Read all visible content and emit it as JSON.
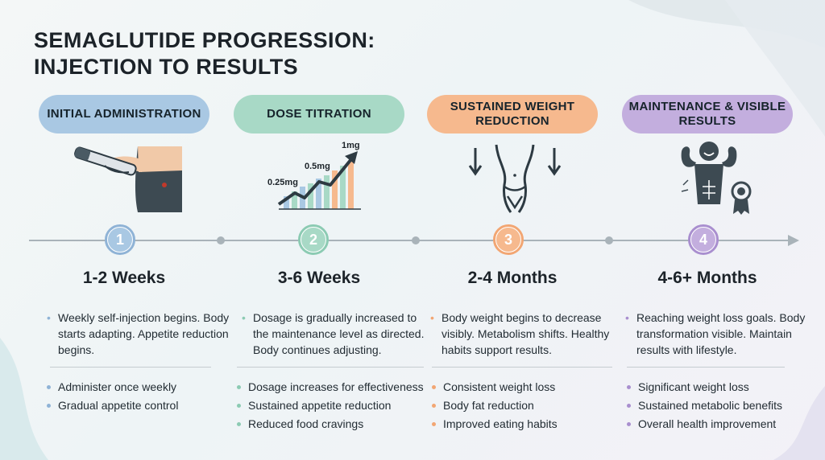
{
  "title": {
    "line1": "SEMAGLUTIDE PROGRESSION:",
    "line2": "INJECTION TO RESULTS"
  },
  "stages": [
    {
      "phase": "INITIAL ADMINISTRATION",
      "number": "1",
      "period": "1-2 Weeks",
      "description": "Weekly self-injection begins. Body starts adapting. Appetite reduction begins.",
      "bullets": [
        "Administer once weekly",
        "Gradual appetite control"
      ],
      "icon": "injection-pen-icon",
      "color": "#a9c8e3",
      "accent": "#8fb3d6"
    },
    {
      "phase": "DOSE TITRATION",
      "number": "2",
      "period": "3-6 Weeks",
      "description": "Dosage is gradually increased to the maintenance level as directed. Body continues adjusting.",
      "bullets": [
        "Dosage increases for effectiveness",
        "Sustained appetite reduction",
        "Reduced food cravings"
      ],
      "icon": "dose-chart-icon",
      "color": "#a8d9c6",
      "accent": "#8ccbb3",
      "dose_labels": [
        "0.25mg",
        "0.5mg",
        "1mg"
      ]
    },
    {
      "phase": "SUSTAINED WEIGHT REDUCTION",
      "number": "3",
      "period": "2-4 Months",
      "description": "Body weight begins to decrease visibly. Metabolism shifts. Healthy habits support results.",
      "bullets": [
        "Consistent weight loss",
        "Body fat reduction",
        "Improved eating habits"
      ],
      "icon": "waist-icon",
      "color": "#f6b98e",
      "accent": "#f2a673"
    },
    {
      "phase": "MAINTENANCE & VISIBLE RESULTS",
      "number": "4",
      "period": "4-6+ Months",
      "description": "Reaching weight loss goals. Body transformation visible. Maintain results with lifestyle.",
      "bullets": [
        "Significant weight loss",
        "Sustained metabolic benefits",
        "Overall health improvement"
      ],
      "icon": "strong-figure-icon",
      "color": "#c3aede",
      "accent": "#a98fcf"
    }
  ],
  "colors": {
    "timeline": "#a9b3b9",
    "text": "#1c2329"
  }
}
